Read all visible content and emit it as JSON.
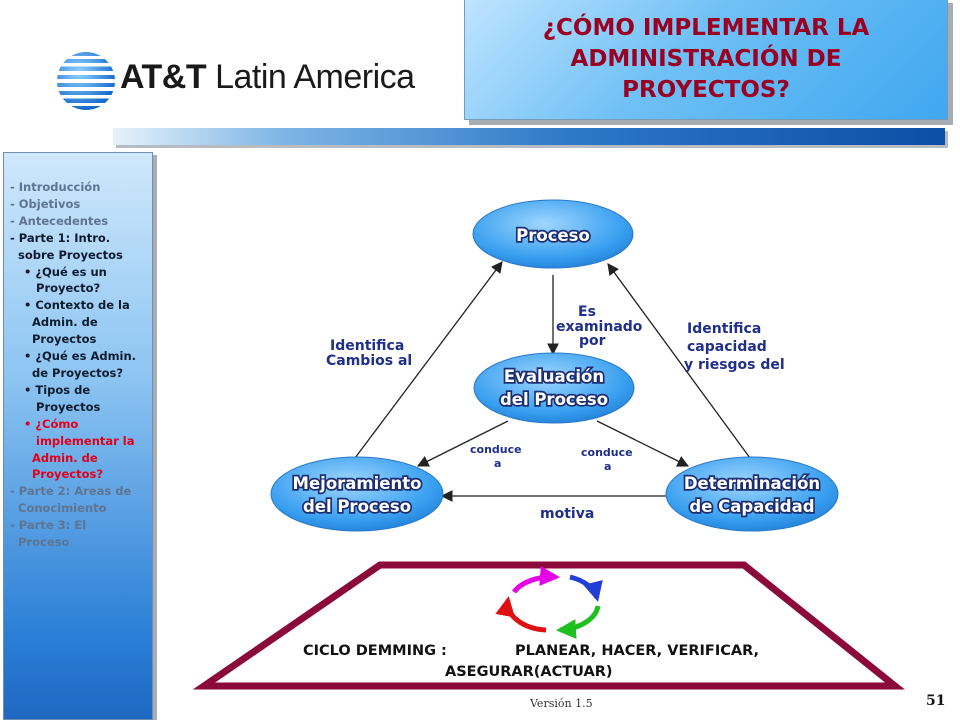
{
  "logo": {
    "brand": "AT&T",
    "region": "Latin America"
  },
  "title": "¿CÓMO IMPLEMENTAR LA ADMINISTRACIÓN DE PROYECTOS?",
  "nav": {
    "items": [
      {
        "text": "- Introducción",
        "state": "dim",
        "indent": false
      },
      {
        "text": "- Objetivos",
        "state": "dim",
        "indent": false
      },
      {
        "text": "- Antecedentes",
        "state": "dim",
        "indent": false
      },
      {
        "text": "- Parte 1: Intro.",
        "state": "dark",
        "indent": false
      },
      {
        "text": "  sobre Proyectos",
        "state": "dark",
        "indent": false
      },
      {
        "text": "• ¿Qué es un",
        "state": "dark",
        "indent": true
      },
      {
        "text": "   Proyecto?",
        "state": "dark",
        "indent": true
      },
      {
        "text": "• Contexto de la",
        "state": "dark",
        "indent": true
      },
      {
        "text": "  Admin. de",
        "state": "dark",
        "indent": true
      },
      {
        "text": "  Proyectos",
        "state": "dark",
        "indent": true
      },
      {
        "text": "• ¿Qué es Admin.",
        "state": "dark",
        "indent": true
      },
      {
        "text": "  de Proyectos?",
        "state": "dark",
        "indent": true
      },
      {
        "text": "• Tipos de",
        "state": "dark",
        "indent": true
      },
      {
        "text": "   Proyectos",
        "state": "dark",
        "indent": true
      },
      {
        "text": "• ¿Cómo",
        "state": "active",
        "indent": true
      },
      {
        "text": "   implementar la",
        "state": "active",
        "indent": true
      },
      {
        "text": "  Admin. de",
        "state": "active",
        "indent": true
      },
      {
        "text": "  Proyectos?",
        "state": "active",
        "indent": true
      },
      {
        "text": "- Parte 2: Areas de",
        "state": "dim",
        "indent": false
      },
      {
        "text": "  Conocimiento",
        "state": "dim",
        "indent": false
      },
      {
        "text": "- Parte 3: El",
        "state": "dim",
        "indent": false
      },
      {
        "text": "  Proceso",
        "state": "dim",
        "indent": false
      }
    ]
  },
  "diagram": {
    "nodes": {
      "proceso": "Proceso",
      "evaluacion": [
        "Evaluación",
        "del Proceso"
      ],
      "mejoramiento": [
        "Mejoramiento",
        "del Proceso"
      ],
      "determinacion": [
        "Determinación",
        "de Capacidad"
      ]
    },
    "labels": {
      "examinado": [
        "Es",
        "examinado",
        "por"
      ],
      "identifica_left": [
        "Identifica",
        "Cambios al"
      ],
      "identifica_right": [
        "Identifica",
        "capacidad",
        "y riesgos del"
      ],
      "conduce_left": [
        "conduce",
        "a"
      ],
      "conduce_right": [
        "conduce",
        "a"
      ],
      "motiva": "motiva"
    },
    "ciclo": {
      "label": "CICLO DEMMING :",
      "steps": "PLANEAR, HACER, VERIFICAR,",
      "steps2": "ASEGURAR(ACTUAR)",
      "colors": [
        "#e600e6",
        "#1f3fd6",
        "#1fbf1f",
        "#e01010"
      ]
    },
    "colors": {
      "node_fill": "#3aa0f0",
      "arrow": "#222222",
      "trapezoid": "#8b0a3a"
    }
  },
  "footer": {
    "version": "Versión 1.5",
    "page": "51"
  }
}
